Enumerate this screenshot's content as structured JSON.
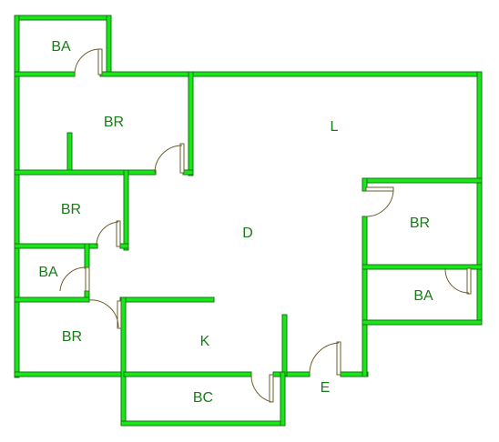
{
  "colors": {
    "wall_fill": "#19e619",
    "wall_stroke": "#127812",
    "label": "#1a7a1a",
    "door": "#6b5e2e",
    "background": "#ffffff"
  },
  "rooms": {
    "ba_top": "BA",
    "br_top": "BR",
    "living": "L",
    "br_left_mid": "BR",
    "dining": "D",
    "br_right": "BR",
    "ba_left": "BA",
    "ba_right": "BA",
    "br_bottom_left": "BR",
    "kitchen": "K",
    "balcony": "BC",
    "entry": "E"
  }
}
